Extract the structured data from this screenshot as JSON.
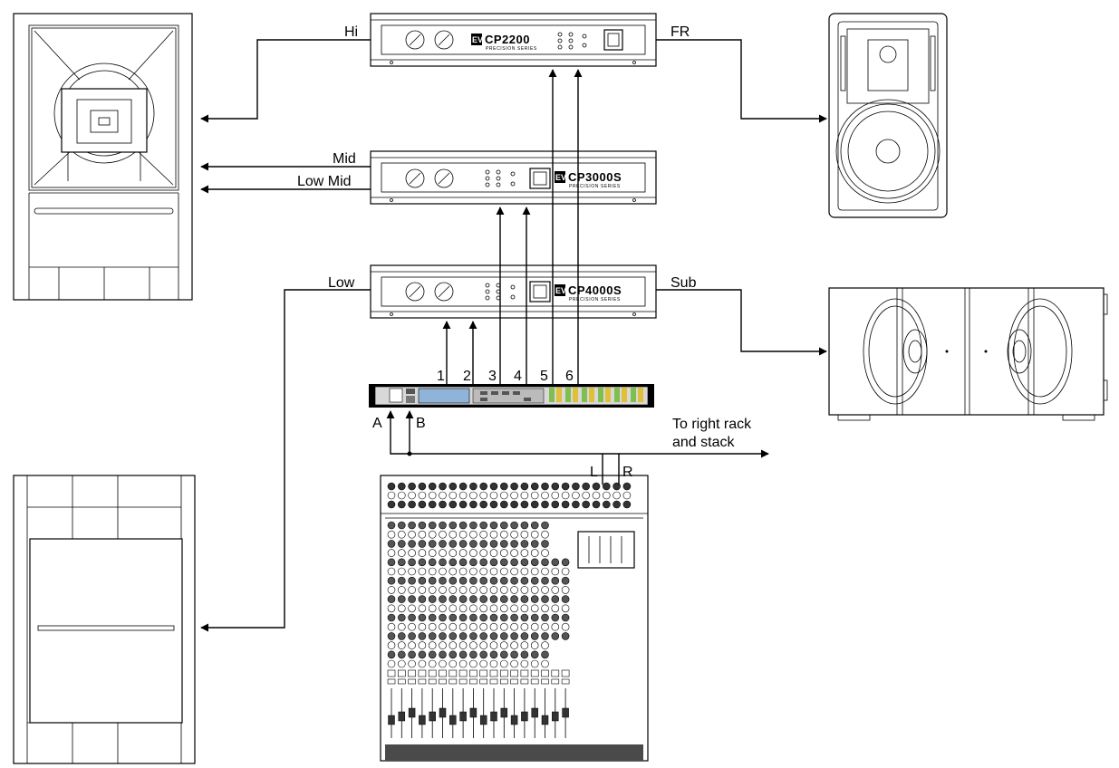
{
  "amplifiers": {
    "top": {
      "model": "CP2200",
      "series": "PRECISION SERIES"
    },
    "mid": {
      "model": "CP3000S",
      "series": "PRECISION SERIES"
    },
    "low": {
      "model": "CP4000S",
      "series": "PRECISION SERIES"
    },
    "logo": "EV"
  },
  "outputs": {
    "hi": "Hi",
    "fr": "FR",
    "mid": "Mid",
    "low_mid": "Low Mid",
    "low": "Low",
    "sub": "Sub"
  },
  "processor_outputs": [
    "1",
    "2",
    "3",
    "4",
    "5",
    "6"
  ],
  "processor_inputs": {
    "a": "A",
    "b": "B"
  },
  "mixer_outputs": {
    "l": "L",
    "r": "R"
  },
  "right_rack": {
    "line1": "To right rack",
    "line2": "and stack"
  }
}
